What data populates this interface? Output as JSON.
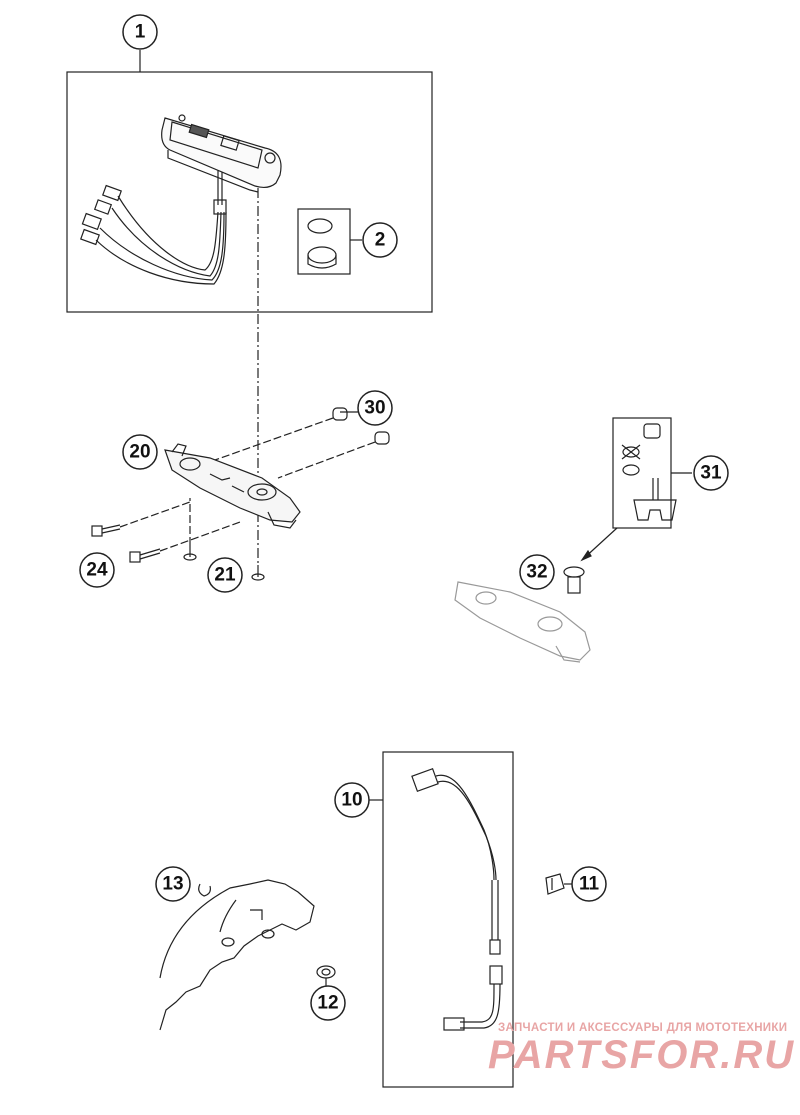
{
  "diagram": {
    "callouts": [
      "1",
      "2",
      "30",
      "20",
      "24",
      "21",
      "31",
      "32",
      "10",
      "11",
      "13",
      "12"
    ]
  },
  "watermark": {
    "line1": "ЗАПЧАСТИ И АКСЕССУАРЫ ДЛЯ МОТОТЕХНИКИ",
    "line2": "PARTSFOR.RU",
    "color": "#e8a5a5"
  }
}
